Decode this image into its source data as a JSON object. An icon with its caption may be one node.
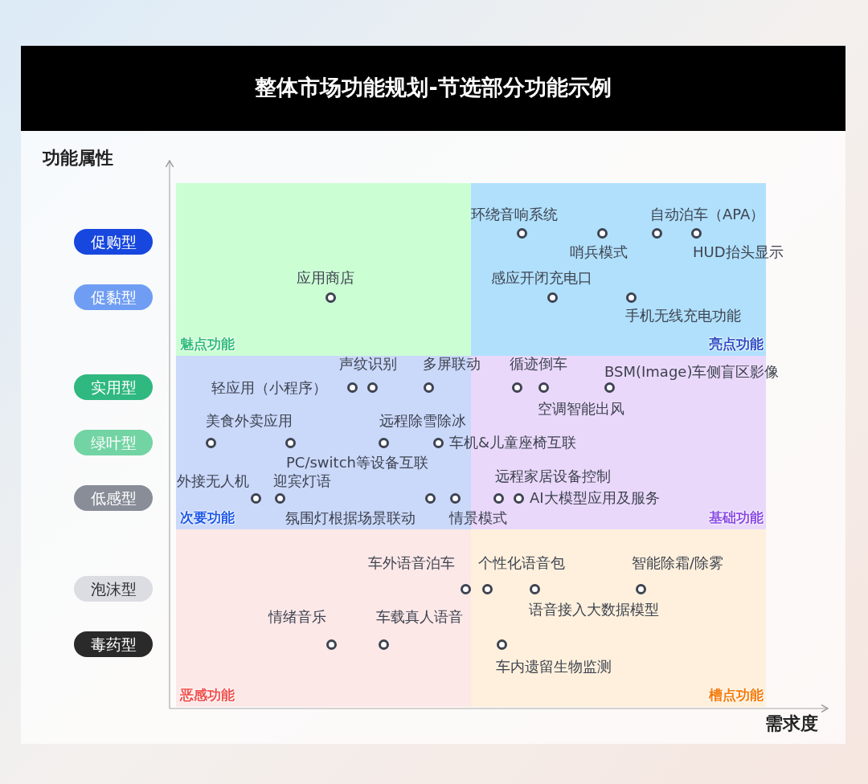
{
  "diagram": {
    "title": "整体市场功能规划-节选部分功能示例",
    "nodes": [
      {
        "text": [
          "促购型"
        ]
      },
      {
        "text": [
          "促黏型"
        ]
      },
      {
        "text": [
          "实用型"
        ]
      },
      {
        "text": [
          "绿叶型"
        ]
      },
      {
        "text": [
          "低感型"
        ]
      },
      {
        "text": [
          "泡沫型"
        ]
      },
      {
        "text": [
          "毒药型"
        ]
      },
      {
        "text": [
          "魅点功能"
        ]
      },
      {
        "text": [],
        "shape": "circle",
        "beside": [
          "应用商店"
        ],
        "in": 7
      },
      {
        "text": [
          "亮点功能"
        ]
      },
      {
        "text": [],
        "shape": "circle",
        "beside": [
          "环绕音响系统"
        ],
        "in": 9
      },
      {
        "text": [],
        "shape": "circle",
        "beside": [
          "哨兵模式"
        ],
        "in": 9
      },
      {
        "text": [],
        "shape": "circle",
        "beside": [
          "自动泊车（APA）"
        ],
        "in": 9
      },
      {
        "text": [],
        "shape": "circle",
        "beside": [
          "HUD抬头显示"
        ],
        "in": 9
      },
      {
        "text": [],
        "shape": "circle",
        "beside": [
          "感应开闭充电口"
        ],
        "in": 9
      },
      {
        "text": [],
        "shape": "circle",
        "beside": [
          "手机无线充电功能"
        ],
        "in": 9
      },
      {
        "text": [
          "次要功能"
        ]
      },
      {
        "text": [],
        "shape": "circle",
        "beside": [
          "声纹识别"
        ],
        "in": 16
      },
      {
        "text": [],
        "shape": "circle",
        "beside": [
          "多屏联动"
        ],
        "in": 16
      },
      {
        "text": [],
        "shape": "circle",
        "beside": [
          "轻应用（小程序）"
        ],
        "in": 16
      },
      {
        "text": [],
        "shape": "circle",
        "beside": [
          "美食外卖应用"
        ],
        "in": 16
      },
      {
        "text": [],
        "shape": "circle",
        "beside": [
          "远程除雪除冰"
        ],
        "in": 16
      },
      {
        "text": [],
        "shape": "circle",
        "beside": [
          "车机&儿童座椅互联"
        ],
        "in": 16
      },
      {
        "text": [],
        "shape": "circle",
        "beside": [
          "PC/switch等设备互联"
        ],
        "in": 16
      },
      {
        "text": [],
        "shape": "circle",
        "beside": [
          "外接无人机"
        ],
        "in": 16
      },
      {
        "text": [],
        "shape": "circle",
        "beside": [
          "迎宾灯语"
        ],
        "in": 16
      },
      {
        "text": [],
        "shape": "circle",
        "beside": [
          "氛围灯根据场景联动"
        ],
        "in": 16
      },
      {
        "text": [],
        "shape": "circle",
        "beside": [
          "情景模式"
        ],
        "in": 16
      },
      {
        "text": [
          "基础功能"
        ]
      },
      {
        "text": [],
        "shape": "circle",
        "beside": [
          "循迹倒车"
        ],
        "in": 28
      },
      {
        "text": [],
        "shape": "circle",
        "beside": [
          "BSM(Image)车侧盲区影像"
        ],
        "in": 28
      },
      {
        "text": [],
        "shape": "circle",
        "beside": [
          "空调智能出风"
        ],
        "in": 28
      },
      {
        "text": [],
        "shape": "circle",
        "beside": [
          "远程家居设备控制"
        ],
        "in": 28
      },
      {
        "text": [],
        "shape": "circle",
        "beside": [
          "AI大模型应用及服务"
        ],
        "in": 28
      },
      {
        "text": [
          "恶感功能"
        ]
      },
      {
        "text": [],
        "shape": "circle",
        "beside": [
          "车外语音泊车"
        ],
        "in": 34
      },
      {
        "text": [],
        "shape": "circle",
        "beside": [
          "情绪音乐"
        ],
        "in": 34
      },
      {
        "text": [],
        "shape": "circle",
        "beside": [
          "车载真人语音"
        ],
        "in": 34
      },
      {
        "text": [
          "槽点功能"
        ]
      },
      {
        "text": [],
        "shape": "circle",
        "beside": [
          "个性化语音包"
        ],
        "in": 38
      },
      {
        "text": [],
        "shape": "circle",
        "beside": [
          "智能除霜/除雾"
        ],
        "in": 38
      },
      {
        "text": [],
        "shape": "circle",
        "beside": [
          "语音接入大数据模型"
        ],
        "in": 38
      },
      {
        "text": [],
        "shape": "circle",
        "beside": [
          "车内遗留生物监测"
        ],
        "in": 38
      }
    ],
    "labels": [
      "功能属性",
      "需求度"
    ]
  }
}
